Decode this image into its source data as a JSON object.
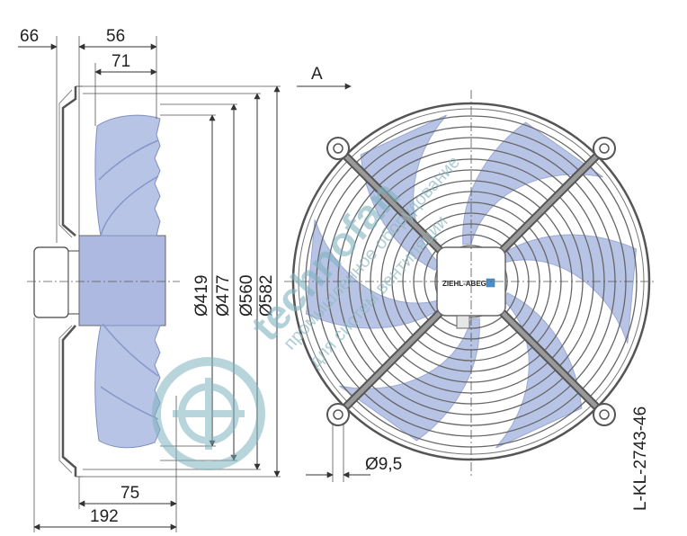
{
  "dimensions": {
    "d66": "66",
    "d56": "56",
    "d71": "71",
    "d75": "75",
    "d192": "192",
    "dia419": "Ø419",
    "dia477": "Ø477",
    "dia560": "Ø560",
    "dia582": "Ø582",
    "hole": "Ø9,5"
  },
  "view_label": "A",
  "drawing_code": "L-KL-2743-46",
  "brand_label": "ZIEHL-ABEGG",
  "watermark": {
    "brand": "technofan",
    "line1": "промышленное оборудование",
    "line2": "для систем вентиляции"
  },
  "colors": {
    "blade": "#b8c4e6",
    "blade_dark": "#9aa9d6",
    "guard": "#555555",
    "line": "#333333",
    "watermark": "#7fb3bf"
  }
}
